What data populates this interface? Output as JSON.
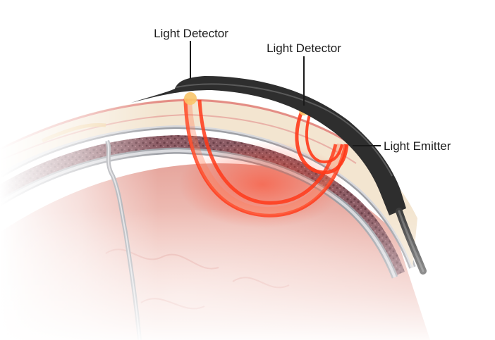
{
  "labels": {
    "detector_near": "Light Detector",
    "detector_far": "Light Detector",
    "emitter": "Light Emitter"
  },
  "colors": {
    "sensor": "#2a2a2a",
    "light_path": "#ff3a1a",
    "light_glow": "#ff7a55",
    "skin": "#f3e4cf",
    "scalp_line": "#e08a85",
    "bone_outer": "#b8b8bc",
    "bone_marrow": "#8a5a62",
    "brain": "#f1c3bd",
    "brain_deep": "#e9a8a1"
  },
  "icons": {
    "sensor_pad": "sensor-pad-icon",
    "cable": "cable-icon"
  }
}
